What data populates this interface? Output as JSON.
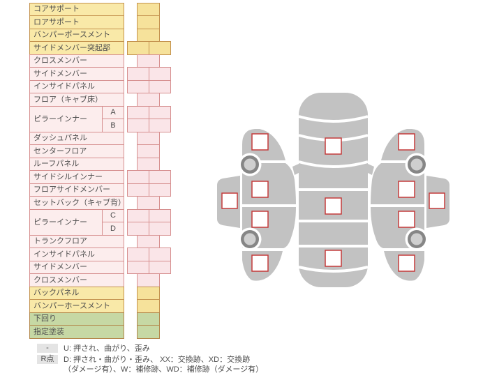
{
  "colors": {
    "yellow_bg": "#F9E9A8",
    "yellow_cell": "#F6E29B",
    "yellow_border": "#C4924E",
    "pink_bg": "#FCEDED",
    "pink_cell": "#FAE5E8",
    "pink_border": "#D68F8F",
    "green_bg": "#C6D8A4",
    "green_cell": "#C6D8A4",
    "green_border": "#B3874B",
    "text": "#4D4D4D",
    "legend_key_bg": "#E4E4E4",
    "car_gray": "#C2C2C2",
    "wheel_ring": "#868686",
    "wheel_hub": "#CFCFCF",
    "marker_stroke": "#C43B3B",
    "marker_fill": "#FFFFFF"
  },
  "table": {
    "rows": [
      {
        "label": "コアサポート",
        "color": "yellow",
        "cells": 1,
        "value": ""
      },
      {
        "label": "ロアサポート",
        "color": "yellow",
        "cells": 1,
        "value": ""
      },
      {
        "label": "バンパーポースメント",
        "color": "yellow",
        "cells": 1,
        "value": ""
      },
      {
        "label": "サイドメンバー突起部",
        "color": "yellow",
        "cells": 2,
        "value": ""
      },
      {
        "label": "クロスメンバー",
        "color": "pink",
        "cells": 1,
        "value": ""
      },
      {
        "label": "サイドメンバー",
        "color": "pink",
        "cells": 2,
        "value": ""
      },
      {
        "label": "インサイドパネル",
        "color": "pink",
        "cells": 2,
        "value": ""
      },
      {
        "label": "フロア（キャブ床）",
        "color": "pink",
        "cells": 1,
        "value": ""
      },
      {
        "label": "ピラーインナー",
        "sub": "A",
        "subFirst": true,
        "color": "pink",
        "cells": 2,
        "value": ""
      },
      {
        "label": "ピラーインナー",
        "sub": "B",
        "color": "pink",
        "cells": 2,
        "value": ""
      },
      {
        "label": "ダッシュパネル",
        "color": "pink",
        "cells": 1,
        "value": ""
      },
      {
        "label": "センターフロア",
        "color": "pink",
        "cells": 1,
        "value": ""
      },
      {
        "label": "ルーフパネル",
        "color": "pink",
        "cells": 1,
        "value": ""
      },
      {
        "label": "サイドシルインナー",
        "color": "pink",
        "cells": 2,
        "value": ""
      },
      {
        "label": "フロアサイドメンバー",
        "color": "pink",
        "cells": 2,
        "value": ""
      },
      {
        "label": "セットバック（キャブ背）",
        "color": "pink",
        "cells": 1,
        "value": ""
      },
      {
        "label": "ピラーインナー",
        "sub": "C",
        "subFirst": true,
        "color": "pink",
        "cells": 2,
        "value": ""
      },
      {
        "label": "ピラーインナー",
        "sub": "D",
        "color": "pink",
        "cells": 2,
        "value": ""
      },
      {
        "label": "トランクフロア",
        "color": "pink",
        "cells": 1,
        "value": ""
      },
      {
        "label": "インサイドパネル",
        "color": "pink",
        "cells": 2,
        "value": ""
      },
      {
        "label": "サイドメンバー",
        "color": "pink",
        "cells": 2,
        "value": ""
      },
      {
        "label": "クロスメンバー",
        "color": "pink",
        "cells": 1,
        "value": ""
      },
      {
        "label": "バックパネル",
        "color": "yellow",
        "cells": 1,
        "value": ""
      },
      {
        "label": "バンパーホースメント",
        "color": "yellow",
        "cells": 1,
        "value": ""
      },
      {
        "label": "下回り",
        "color": "green",
        "cells": 1,
        "value": ""
      },
      {
        "label": "指定塗装",
        "color": "green",
        "cells": 1,
        "value": ""
      }
    ]
  },
  "legend": {
    "rows": [
      {
        "key": "-",
        "text": "U: 押され、曲がり、歪み"
      },
      {
        "key": "R点",
        "text": "D: 押され・曲がり・歪み、 XX：交換跡、XD：交換跡",
        "text2": "（ダメージ有）、W：補修跡、WD：補修跡（ダメージ有）"
      }
    ]
  },
  "diagram": {
    "views": [
      "side-view-left",
      "top-view",
      "side-view-right"
    ],
    "markers": {
      "top_view": [
        "front",
        "center",
        "rear"
      ],
      "side_left": [
        "front-fender",
        "front-door",
        "rear-door",
        "rear-fender",
        "rocker-panel"
      ],
      "side_right": [
        "front-fender",
        "front-door",
        "rear-door",
        "rear-fender",
        "rocker-panel"
      ]
    },
    "marker_values": ""
  }
}
